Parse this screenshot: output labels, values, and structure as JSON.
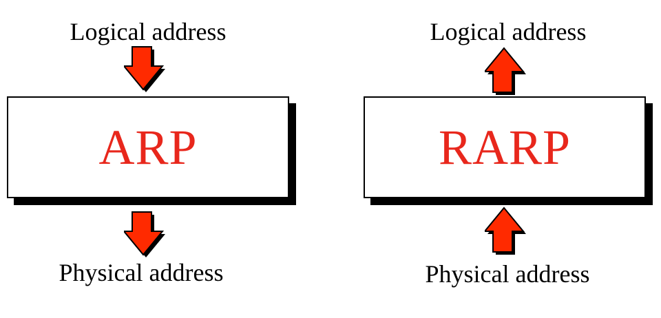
{
  "diagrams": {
    "arp": {
      "top_label": "Logical address",
      "box_label": "ARP",
      "bottom_label": "Physical address"
    },
    "rarp": {
      "top_label": "Logical address",
      "box_label": "RARP",
      "bottom_label": "Physical address"
    }
  },
  "colors": {
    "box_text": "#e8271c",
    "arrow_fill": "#ff2a00",
    "shadow": "#000000"
  },
  "icons": {
    "arp_in": "down-arrow-icon",
    "arp_out": "down-arrow-icon",
    "rarp_in": "up-arrow-icon",
    "rarp_out": "up-arrow-icon"
  }
}
